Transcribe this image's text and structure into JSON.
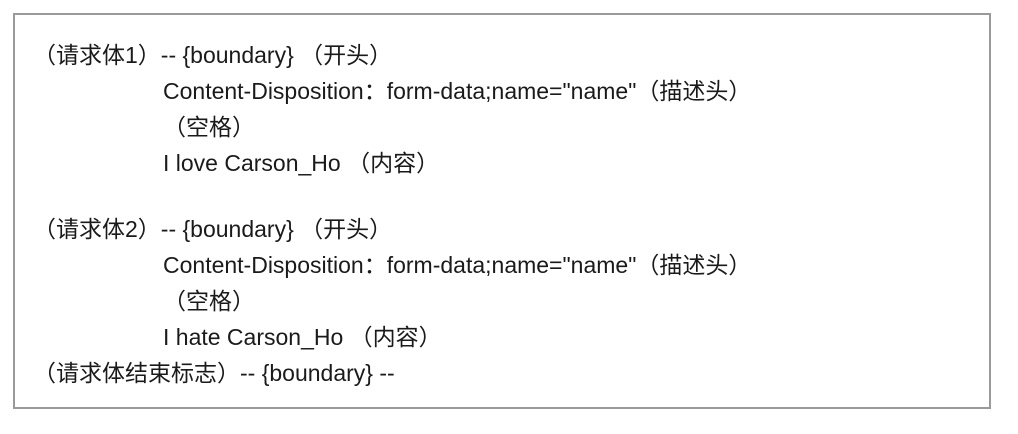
{
  "lines": [
    "（请求体1）-- {boundary}  （开头）",
    "Content-Disposition：form-data;name=\"name\"（描述头）",
    "（空格）",
    "I love Carson_Ho  （内容）",
    "（请求体2）-- {boundary}  （开头）",
    "Content-Disposition：form-data;name=\"name\"（描述头）",
    "（空格）",
    "I hate Carson_Ho  （内容）",
    "（请求体结束标志）-- {boundary} --"
  ]
}
